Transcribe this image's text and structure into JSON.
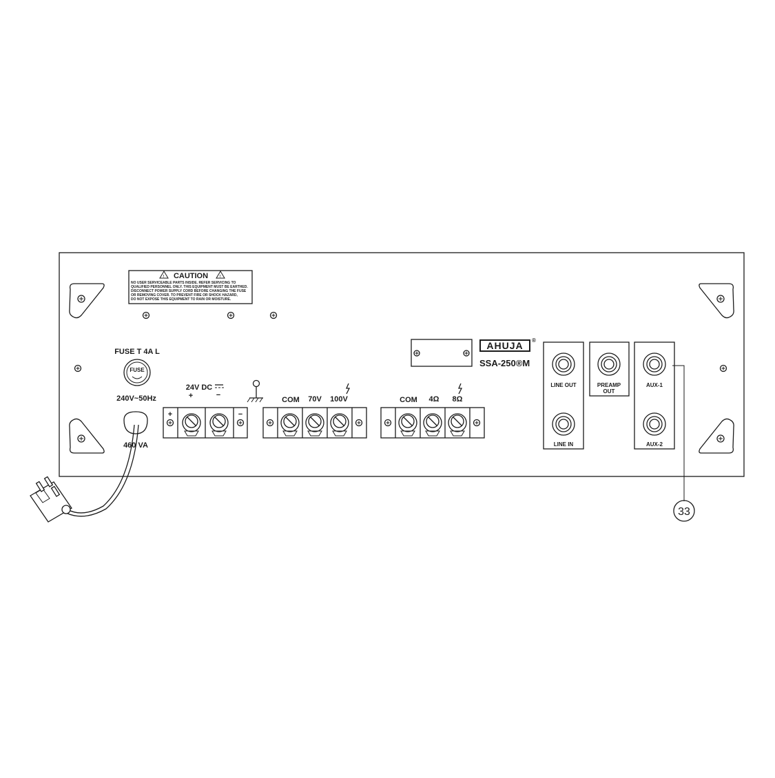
{
  "caution": {
    "title": "CAUTION",
    "lines": [
      "NO USER SERVICEABLE PARTS INSIDE. REFER SERVICING TO",
      "QUALIFIED PERSONNEL ONLY. THIS EQUIPMENT MUST BE EARTHED.",
      "DISCONNECT POWER SUPPLY CORD BEFORE CHANGING THE FUSE",
      "OR REMOVING COVER. TO PREVENT FIRE OR SHOCK HAZARD,",
      "DO NOT EXPOSE THIS EQUIPMENT TO RAIN OR MOISTURE."
    ]
  },
  "power": {
    "fuse_label": "FUSE T 4A L",
    "fuse_cap": "FUSE",
    "voltage": "240V~50Hz",
    "rating": "460 VA"
  },
  "dc_input": {
    "label": "24V DC",
    "plus": "+",
    "minus": "−"
  },
  "line_output": {
    "com": "COM",
    "v70": "70V",
    "v100": "100V"
  },
  "speaker_output": {
    "com": "COM",
    "ohm4": "4Ω",
    "ohm8": "8Ω"
  },
  "brand": {
    "logo": "AHUJA",
    "registered": "®",
    "model": "SSA-250®M"
  },
  "jacks": {
    "line_out": "LINE OUT",
    "line_in": "LINE IN",
    "preamp_line1": "PREAMP",
    "preamp_line2": "OUT",
    "aux1": "AUX-1",
    "aux2": "AUX-2"
  },
  "callout": {
    "number": "33"
  },
  "icons": [
    "warning-triangle-icon",
    "ground-icon",
    "lightning-icon",
    "screw-icon",
    "dc-symbol-icon"
  ]
}
